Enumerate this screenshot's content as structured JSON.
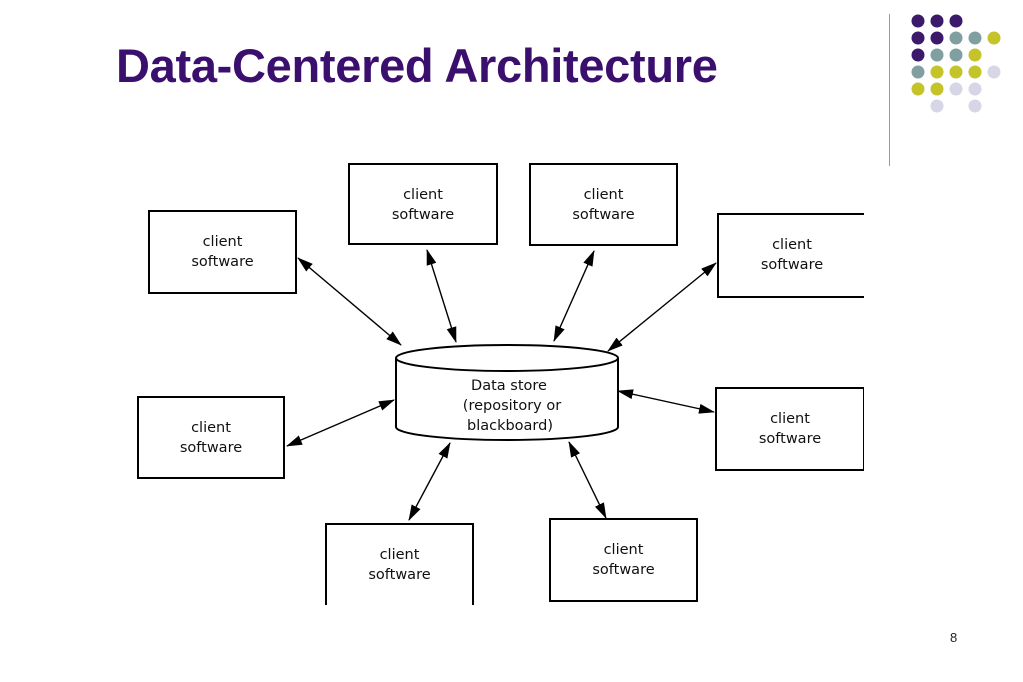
{
  "slide": {
    "title": "Data-Centered Architecture",
    "page_number": "8"
  },
  "colors": {
    "title": "#3b0f6e",
    "dot_purple": "#3b1a6b",
    "dot_teal": "#7f9fa0",
    "dot_olive": "#c4c42a",
    "dot_lavender": "#d6d6e6"
  },
  "decoration": {
    "dot_rows": [
      [
        "purple",
        "purple",
        "purple",
        "none",
        "none"
      ],
      [
        "purple",
        "purple",
        "teal",
        "teal",
        "olive"
      ],
      [
        "purple",
        "teal",
        "teal",
        "olive",
        "none"
      ],
      [
        "teal",
        "olive",
        "olive",
        "olive",
        "lavender"
      ],
      [
        "olive",
        "olive",
        "lavender",
        "lavender",
        "none"
      ],
      [
        "none",
        "lavender",
        "none",
        "lavender",
        "none"
      ]
    ]
  },
  "diagram": {
    "data_store": {
      "lines": [
        "Data store",
        "(repository or",
        "blackboard)"
      ]
    },
    "clients": [
      {
        "id": "client-top-left",
        "lines": [
          "client",
          "software"
        ]
      },
      {
        "id": "client-top-center-left",
        "lines": [
          "client",
          "software"
        ]
      },
      {
        "id": "client-top-center-right",
        "lines": [
          "client",
          "software"
        ]
      },
      {
        "id": "client-top-right",
        "lines": [
          "client",
          "software"
        ]
      },
      {
        "id": "client-middle-left",
        "lines": [
          "client",
          "software"
        ]
      },
      {
        "id": "client-middle-right",
        "lines": [
          "client",
          "software"
        ]
      },
      {
        "id": "client-bottom-left",
        "lines": [
          "client",
          "software"
        ]
      },
      {
        "id": "client-bottom-right",
        "lines": [
          "client",
          "software"
        ]
      }
    ]
  }
}
